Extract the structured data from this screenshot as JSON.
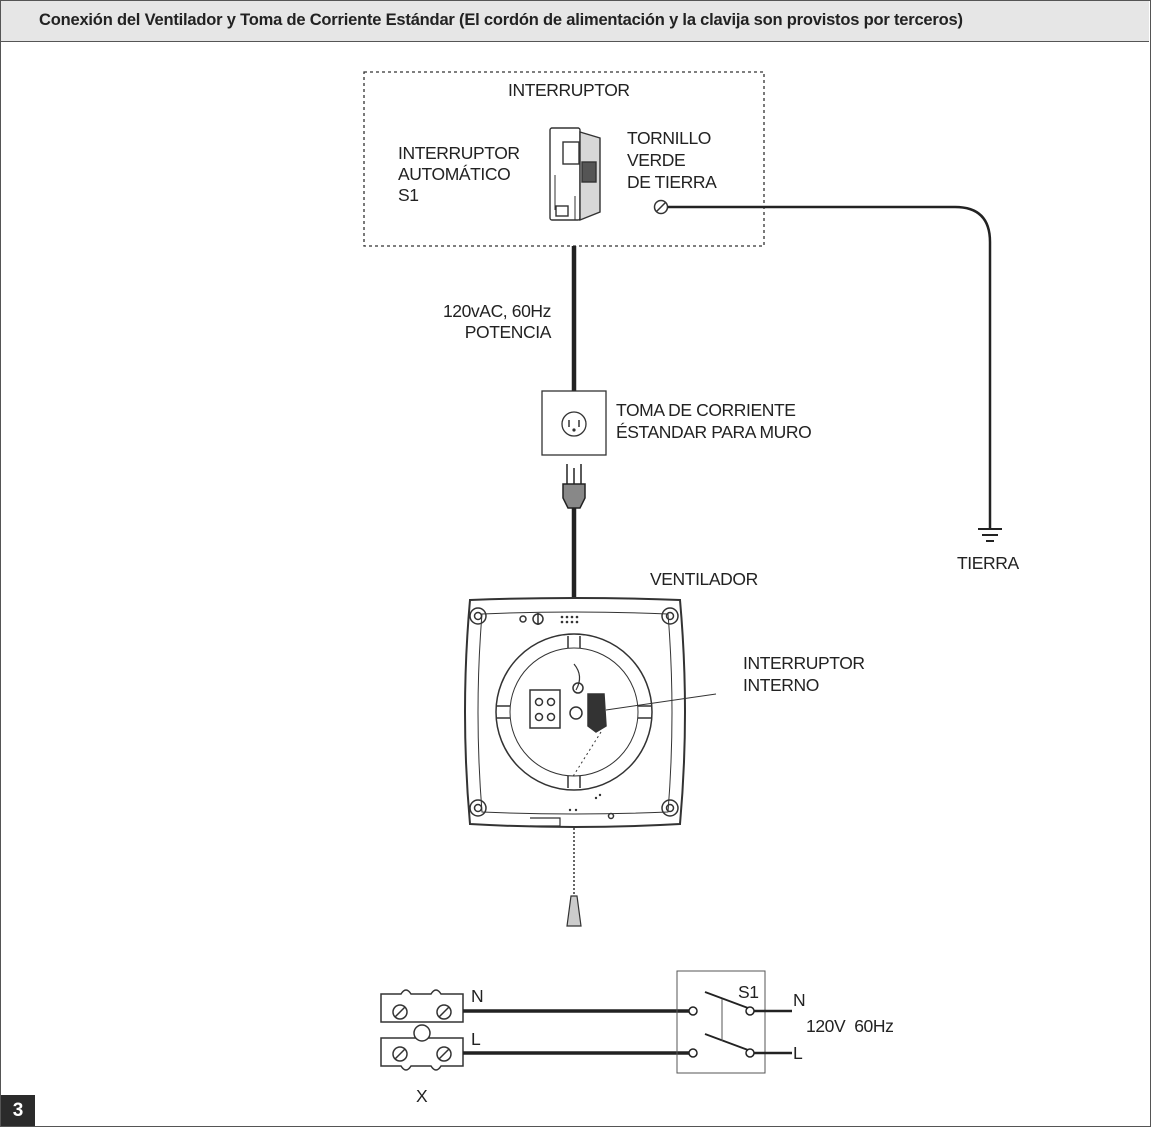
{
  "header": {
    "title": "Conexión del Ventilador y Toma de Corriente Estándar (El cordón de alimentación y la clavija son provistos por terceros)"
  },
  "labels": {
    "interruptor": "INTERRUPTOR",
    "breaker_line1": "INTERRUPTOR",
    "breaker_line2": "AUTOMÁTICO",
    "breaker_line3": "S1",
    "screw_line1": "TORNILLO",
    "screw_line2": "VERDE",
    "screw_line3": "DE TIERRA",
    "power_line1": "120vAC, 60Hz",
    "power_line2": "POTENCIA",
    "outlet_line1": "TOMA DE CORRIENTE",
    "outlet_line2": "ÉSTANDAR PARA MURO",
    "fan": "VENTILADOR",
    "ground": "TIERRA",
    "internal_switch_line1": "INTERRUPTOR",
    "internal_switch_line2": "INTERNO",
    "schematic_N_left": "N",
    "schematic_L_left": "L",
    "schematic_X": "X",
    "schematic_S1": "S1",
    "schematic_N_right": "N",
    "schematic_L_right": "L",
    "schematic_supply": "120V  60Hz"
  },
  "page_number": "3"
}
